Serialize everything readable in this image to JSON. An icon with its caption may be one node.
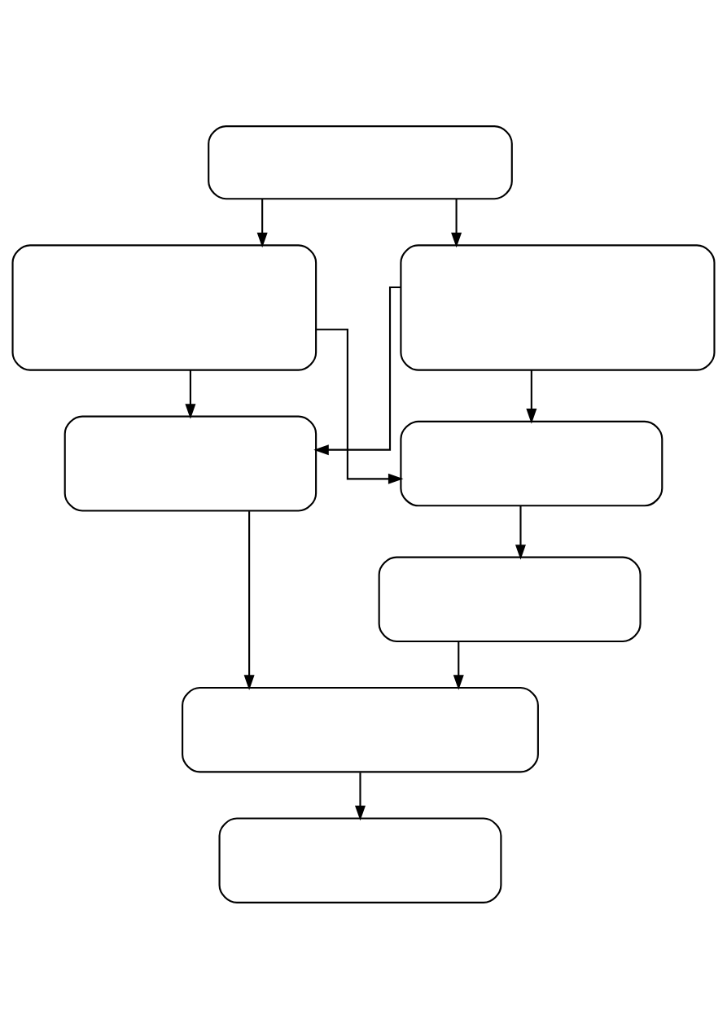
{
  "diagram": {
    "nodes": [
      {
        "text": [],
        "shape": "box"
      },
      {
        "text": [],
        "shape": "box"
      },
      {
        "text": [],
        "shape": "box"
      },
      {
        "text": [],
        "shape": "box"
      },
      {
        "text": [],
        "shape": "box"
      },
      {
        "text": [],
        "shape": "box"
      },
      {
        "text": [],
        "shape": "box"
      },
      {
        "text": [],
        "shape": "box"
      }
    ],
    "edges": [
      {
        "from": 0,
        "to": 1,
        "arrow": "to"
      },
      {
        "from": 0,
        "to": 2,
        "arrow": "to"
      },
      {
        "from": 1,
        "to": 3,
        "arrow": "to"
      },
      {
        "from": 1,
        "to": 4,
        "arrow": "to"
      },
      {
        "from": 2,
        "to": 3,
        "arrow": "to"
      },
      {
        "from": 2,
        "to": 4,
        "arrow": "to"
      },
      {
        "from": 4,
        "to": 5,
        "arrow": "to"
      },
      {
        "from": 3,
        "to": 6,
        "arrow": "to"
      },
      {
        "from": 5,
        "to": 6,
        "arrow": "to"
      },
      {
        "from": 6,
        "to": 7,
        "arrow": "to"
      }
    ]
  }
}
